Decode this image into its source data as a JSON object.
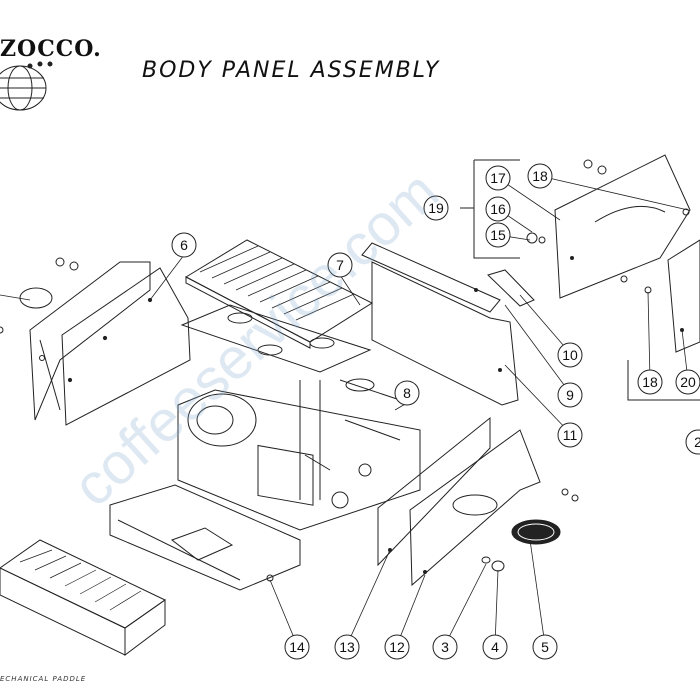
{
  "header": {
    "brand": "ZOCCO.",
    "title": "BODY PANEL ASSEMBLY"
  },
  "footer": {
    "caption": "ECHANICAL PADDLE"
  },
  "watermark": {
    "text": "coffeeservice.com"
  },
  "callouts": [
    {
      "label": "6"
    },
    {
      "label": "7"
    },
    {
      "label": "8"
    },
    {
      "label": "9"
    },
    {
      "label": "10"
    },
    {
      "label": "11"
    },
    {
      "label": "12"
    },
    {
      "label": "13"
    },
    {
      "label": "14"
    },
    {
      "label": "3"
    },
    {
      "label": "4"
    },
    {
      "label": "5"
    },
    {
      "label": "15"
    },
    {
      "label": "16"
    },
    {
      "label": "17"
    },
    {
      "label": "18"
    },
    {
      "label": "19"
    },
    {
      "label": "18"
    },
    {
      "label": "20"
    },
    {
      "label": "2"
    }
  ],
  "colors": {
    "line": "#222222",
    "watermark": "#7fa8cc"
  }
}
